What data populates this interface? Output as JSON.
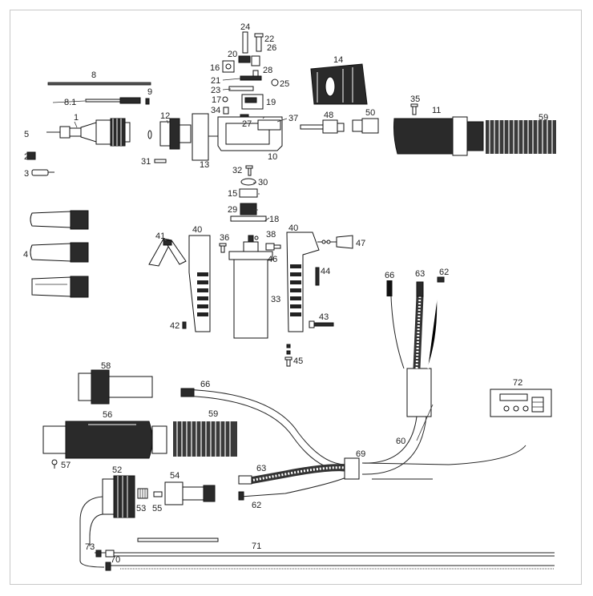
{
  "labels": {
    "l1": "1",
    "l2": "2",
    "l3": "3",
    "l4": "4",
    "l5": "5",
    "l8": "8",
    "l8_1": "8.1",
    "l9": "9",
    "l10": "10",
    "l11": "11",
    "l12": "12",
    "l13": "13",
    "l14": "14",
    "l15": "15",
    "l16": "16",
    "l17": "17",
    "l18": "18",
    "l19": "19",
    "l20": "20",
    "l21": "21",
    "l22": "22",
    "l23": "23",
    "l24": "24",
    "l25": "25",
    "l26": "26",
    "l27": "27",
    "l28": "28",
    "l29": "29",
    "l30": "30",
    "l31": "31",
    "l32": "32",
    "l33": "33",
    "l34": "34",
    "l35": "35",
    "l36": "36",
    "l37": "37",
    "l38": "38",
    "l40a": "40",
    "l40b": "40",
    "l41": "41",
    "l42": "42",
    "l43": "43",
    "l44": "44",
    "l45": "45",
    "l46": "46",
    "l47": "47",
    "l48": "48",
    "l50": "50",
    "l52": "52",
    "l53": "53",
    "l54": "54",
    "l55": "55",
    "l56": "56",
    "l57": "57",
    "l58": "58",
    "l59a": "59",
    "l59b": "59",
    "l60": "60",
    "l62a": "62",
    "l62b": "62",
    "l63a": "63",
    "l63b": "63",
    "l66a": "66",
    "l66b": "66",
    "l69": "69",
    "l70": "70",
    "l71": "71",
    "l72": "72",
    "l73": "73"
  }
}
